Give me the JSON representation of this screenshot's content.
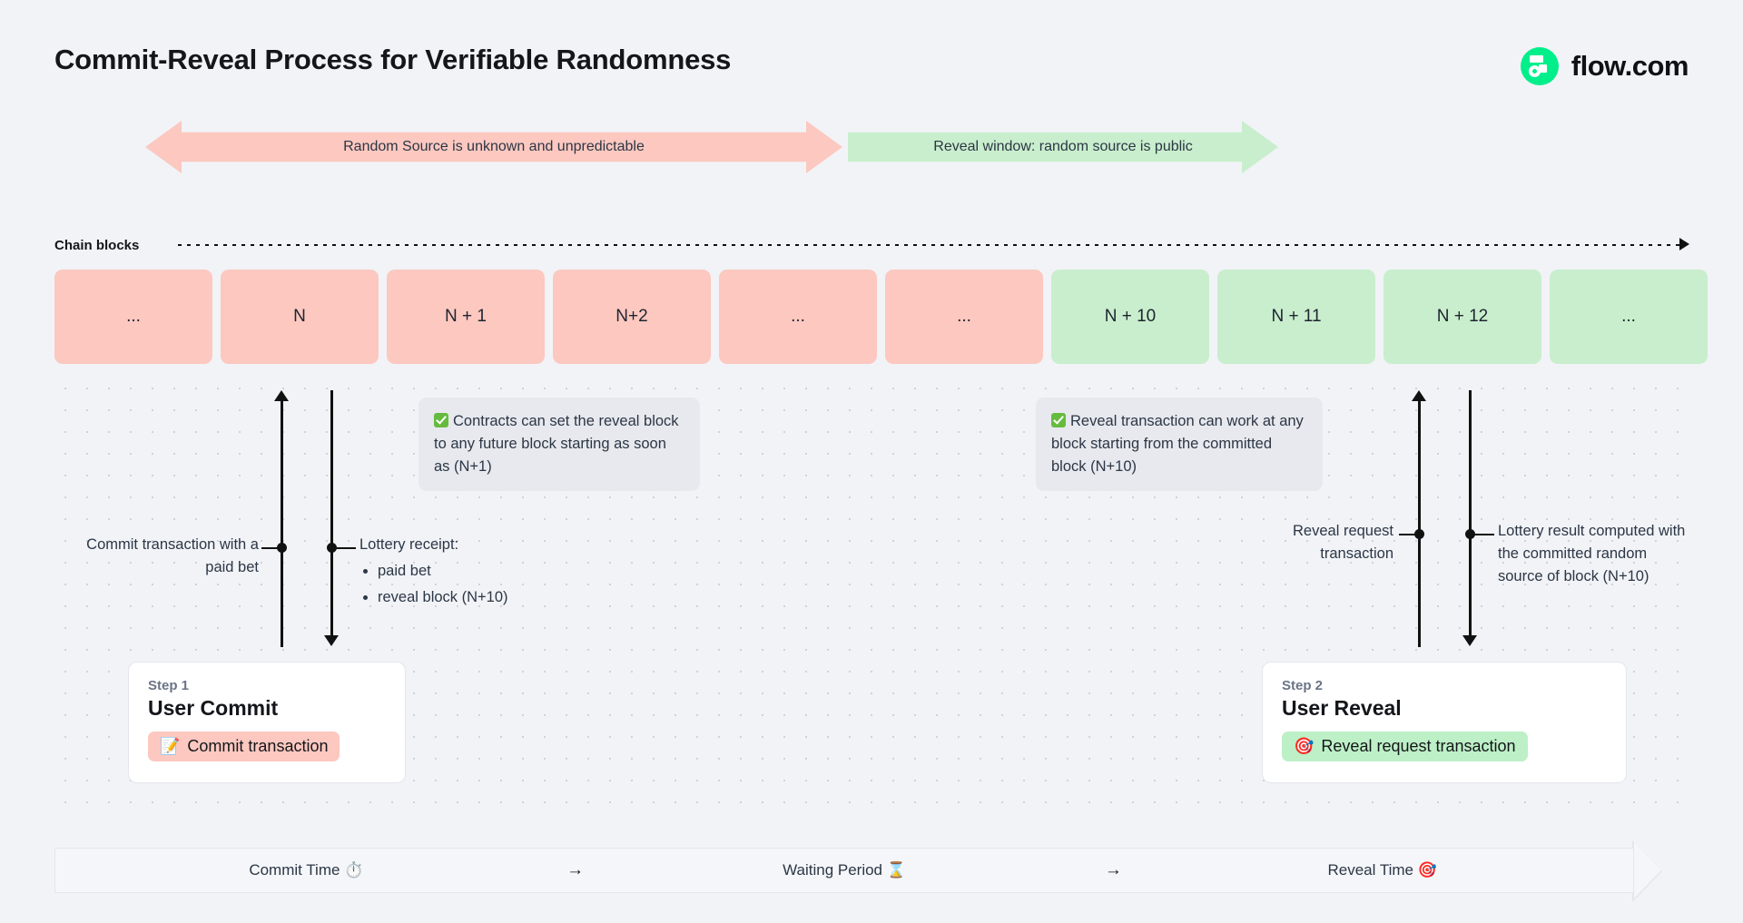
{
  "header": {
    "title": "Commit-Reveal Process for Verifiable Randomness",
    "brand_name": "flow.com",
    "brand_color": "#00ef8b"
  },
  "banners": {
    "commit_phase": "Random Source is unknown and unpredictable",
    "reveal_phase": "Reveal window: random source is public",
    "commit_color": "#fcc8c0",
    "reveal_color": "#c9eecd"
  },
  "chain": {
    "axis_label": "Chain blocks",
    "blocks": [
      {
        "label": "...",
        "phase": "commit"
      },
      {
        "label": "N",
        "phase": "commit"
      },
      {
        "label": "N + 1",
        "phase": "commit"
      },
      {
        "label": "N+2",
        "phase": "commit"
      },
      {
        "label": "...",
        "phase": "commit"
      },
      {
        "label": "...",
        "phase": "commit"
      },
      {
        "label": "N + 10",
        "phase": "reveal"
      },
      {
        "label": "N + 11",
        "phase": "reveal"
      },
      {
        "label": "N + 12",
        "phase": "reveal"
      },
      {
        "label": "...",
        "phase": "reveal"
      }
    ]
  },
  "callouts": {
    "commit": "Contracts can set the reveal block to any future block starting as soon as (N+1)",
    "reveal": "Reveal transaction can work at any block starting from the committed block (N+10)"
  },
  "annotations": {
    "commit_tx": "Commit transaction with a paid bet",
    "receipt_title": "Lottery receipt:",
    "receipt_items": [
      "paid bet",
      "reveal block (N+10)"
    ],
    "reveal_request": "Reveal request transaction",
    "lottery_result": "Lottery result computed with the committed random source of block (N+10)"
  },
  "steps": [
    {
      "step_label": "Step 1",
      "name": "User Commit",
      "chip_label": "Commit transaction",
      "chip_icon": "memo-icon",
      "chip_color": "#fcc8c0"
    },
    {
      "step_label": "Step 2",
      "name": "User Reveal",
      "chip_label": "Reveal request transaction",
      "chip_icon": "target-icon",
      "chip_color": "#bdf0c6"
    }
  ],
  "timeline": {
    "segments": [
      {
        "label": "Commit Time",
        "icon": "⏱️"
      },
      {
        "label": "Waiting Period",
        "icon": "⌛"
      },
      {
        "label": "Reveal Time",
        "icon": "🎯"
      }
    ],
    "separator": "→"
  }
}
